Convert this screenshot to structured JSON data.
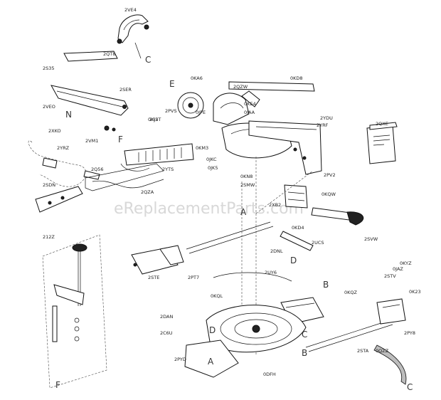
{
  "watermark": "eReplacementParts.com",
  "manual_label": "2QXE",
  "callouts": {
    "c1": "2VE4",
    "c2": "2QT8",
    "c3": "2S35",
    "c4": "2SER",
    "c5": "2VEO",
    "c6": "2XKO",
    "c7": "2VM1",
    "c8": "2YRZ",
    "c9": "2SDN",
    "c10": "2Q56",
    "c11": "2QZA",
    "c12": "2YTS",
    "c13": "2S5T",
    "c14": "0KA6",
    "c15": "2PVS",
    "c16": "0JPE",
    "c17": "0KM3",
    "c18": "0KJ2",
    "c19": "0JKC",
    "c20": "0JK5",
    "c21": "2QZW",
    "c22": "0KE4",
    "c23": "0JAA",
    "c24": "0KD8",
    "c25": "2YDU",
    "c26": "2YRF",
    "c27": "2PV2",
    "c28": "0KN8",
    "c29": "2SMW",
    "c30": "0KQW",
    "c31": "2XB2",
    "c32": "0KD4",
    "c33": "2SVW",
    "c34": "2DNL",
    "c35": "2UCS",
    "c36": "212Z",
    "c37": "2PT7",
    "c38": "2STE",
    "c39": "2UY6",
    "c40": "0KQL",
    "c41": "2DAN",
    "c42": "2C6U",
    "c43": "2PYD",
    "c44": "0DFH",
    "c45": "0KQZ",
    "c46": "0KYZ",
    "c47": "0JAZ",
    "c48": "2STV",
    "c49": "0K23",
    "c50": "2PY8",
    "c51": "2STA",
    "c52": "0QZZ"
  },
  "letters": {
    "a1": "A",
    "a2": "A",
    "b1": "B",
    "b2": "B",
    "c1": "C",
    "c2": "C",
    "c3": "C",
    "d1": "D",
    "d2": "D",
    "e1": "E",
    "f1": "F",
    "f2": "F",
    "n1": "N"
  }
}
